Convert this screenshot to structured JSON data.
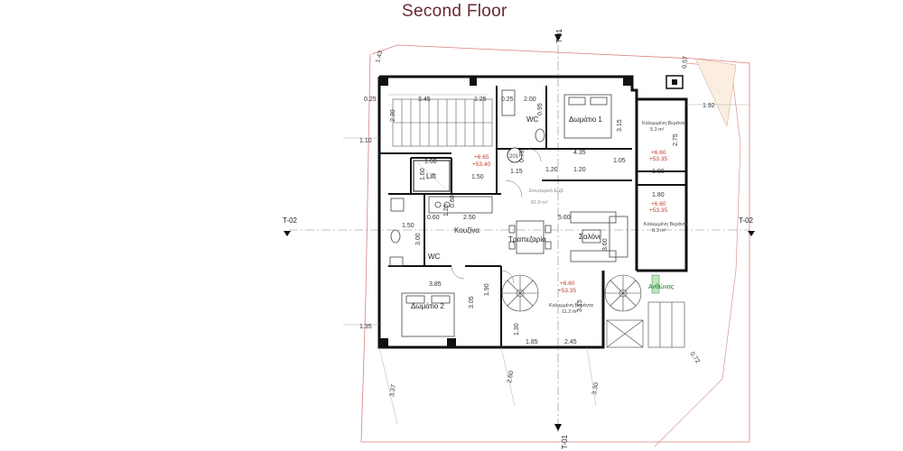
{
  "title": "Second Floor",
  "sections": {
    "top": "T-01",
    "bottom": "T-01",
    "left": "T-02",
    "right": "T-02"
  },
  "rooms": {
    "bedroom1": "Δωμάτιο 1",
    "bedroom2": "Δωμάτιο 2",
    "wc_top": "WC",
    "wc_left": "WC",
    "lift": "Lift",
    "kitchen": "Κουζίνα",
    "dining": "Τραπεζαρία",
    "living": "Σαλόνι",
    "flowerbed": "Ανθώνας",
    "apartment_no": "201"
  },
  "verandas": {
    "v1_name": "Καλυμμένη Βεράντα",
    "v1_area": "5.3 m²",
    "v2_name": "Καλυμμένη Βεράντα",
    "v2_area": "8.3 m²",
    "v3_name": "Καλυμμένη Βεράντα",
    "v3_area": "11.2 m²",
    "internal_name": "Εσωτερικό Εμβ.",
    "internal_area": "81.0 m²"
  },
  "levels": {
    "a1": "+6.65",
    "a2": "+53.40",
    "b1": "+6.60",
    "b2": "+53.35",
    "c1": "+6.60",
    "c2": "+53.35",
    "d1": "+6.60",
    "d2": "+53.35"
  },
  "dims": {
    "d_345": "3.45",
    "d_125": "1.25",
    "d_025a": "0.25",
    "d_025b": "0.25",
    "d_200": "2.00",
    "d_095": "0.95",
    "d_315a": "3.15",
    "d_275": "2.75",
    "d_230": "2.30",
    "d_110": "1.10",
    "d_160a": "1.60",
    "d_160b": "1.60",
    "d_150a": "1.50",
    "d_115": "1.15",
    "d_075": "0.75",
    "d_435": "4.35",
    "d_120a": "1.20",
    "d_120b": "1.20",
    "d_105": "1.05",
    "d_180a": "1.80",
    "d_180b": "1.80",
    "d_060a": "0.60",
    "d_250": "2.50",
    "d_560": "5.60",
    "d_120c": "1.20",
    "d_060b": "0.60",
    "d_150b": "1.50",
    "d_300": "3.00",
    "d_360": "3.60",
    "d_385": "3.85",
    "d_190": "1.90",
    "d_305": "3.05",
    "d_315b": "3.15",
    "d_130": "1.30",
    "d_185": "1.85",
    "d_245": "2.45",
    "d_135": "1.35",
    "d_337": "3.37",
    "d_260": "2.60",
    "d_330": "3.30",
    "d_072": "0.72",
    "d_192": "1.92",
    "d_057": "0.57",
    "d_143": "1.43"
  }
}
